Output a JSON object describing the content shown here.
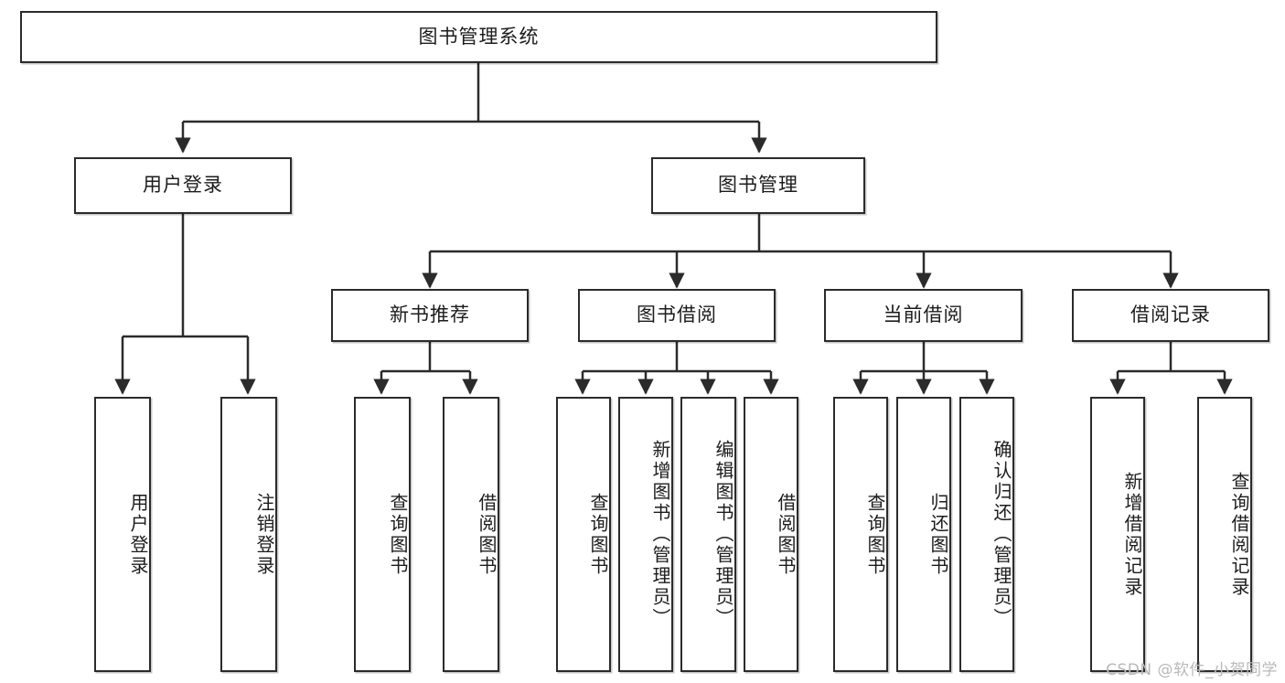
{
  "diagram": {
    "type": "tree",
    "title": "图书管理系统",
    "watermark": "CSDN @软件_小贺同学",
    "colors": {
      "stroke": "#2b2b2b",
      "fill": "#ffffff",
      "text": "#1c1c1c",
      "watermark": "#b9b9b9"
    },
    "nodes": {
      "root": {
        "label": "图书管理系统",
        "level": 0,
        "orientation": "horizontal"
      },
      "user_login": {
        "label": "用户登录",
        "level": 1,
        "orientation": "horizontal"
      },
      "book_manage": {
        "label": "图书管理",
        "level": 1,
        "orientation": "horizontal"
      },
      "new_book_rec": {
        "label": "新书推荐",
        "level": 2,
        "orientation": "horizontal"
      },
      "book_borrow": {
        "label": "图书借阅",
        "level": 2,
        "orientation": "horizontal"
      },
      "current_borrow": {
        "label": "当前借阅",
        "level": 2,
        "orientation": "horizontal"
      },
      "borrow_record": {
        "label": "借阅记录",
        "level": 2,
        "orientation": "horizontal"
      },
      "leaf_user_login": {
        "label": "用户登录",
        "level": 3,
        "orientation": "vertical"
      },
      "leaf_logout": {
        "label": "注销登录",
        "level": 3,
        "orientation": "vertical"
      },
      "leaf_query_book_a": {
        "label": "查询图书",
        "level": 3,
        "orientation": "vertical"
      },
      "leaf_borrow_book_a": {
        "label": "借阅图书",
        "level": 3,
        "orientation": "vertical"
      },
      "leaf_query_book_b": {
        "label": "查询图书",
        "level": 3,
        "orientation": "vertical"
      },
      "leaf_add_book": {
        "label": "新增图书（管理员）",
        "level": 3,
        "orientation": "vertical"
      },
      "leaf_edit_book": {
        "label": "编辑图书（管理员）",
        "level": 3,
        "orientation": "vertical"
      },
      "leaf_borrow_book_b": {
        "label": "借阅图书",
        "level": 3,
        "orientation": "vertical"
      },
      "leaf_query_book_c": {
        "label": "查询图书",
        "level": 3,
        "orientation": "vertical"
      },
      "leaf_return_book": {
        "label": "归还图书",
        "level": 3,
        "orientation": "vertical"
      },
      "leaf_confirm_return": {
        "label": "确认归还（管理员）",
        "level": 3,
        "orientation": "vertical"
      },
      "leaf_add_record": {
        "label": "新增借阅记录",
        "level": 3,
        "orientation": "vertical"
      },
      "leaf_query_record": {
        "label": "查询借阅记录",
        "level": 3,
        "orientation": "vertical"
      }
    },
    "edges": [
      {
        "from": "root",
        "to": "user_login"
      },
      {
        "from": "root",
        "to": "book_manage"
      },
      {
        "from": "user_login",
        "to": "leaf_user_login"
      },
      {
        "from": "user_login",
        "to": "leaf_logout"
      },
      {
        "from": "book_manage",
        "to": "new_book_rec"
      },
      {
        "from": "book_manage",
        "to": "book_borrow"
      },
      {
        "from": "book_manage",
        "to": "current_borrow"
      },
      {
        "from": "book_manage",
        "to": "borrow_record"
      },
      {
        "from": "new_book_rec",
        "to": "leaf_query_book_a"
      },
      {
        "from": "new_book_rec",
        "to": "leaf_borrow_book_a"
      },
      {
        "from": "book_borrow",
        "to": "leaf_query_book_b"
      },
      {
        "from": "book_borrow",
        "to": "leaf_add_book"
      },
      {
        "from": "book_borrow",
        "to": "leaf_edit_book"
      },
      {
        "from": "book_borrow",
        "to": "leaf_borrow_book_b"
      },
      {
        "from": "current_borrow",
        "to": "leaf_query_book_c"
      },
      {
        "from": "current_borrow",
        "to": "leaf_return_book"
      },
      {
        "from": "current_borrow",
        "to": "leaf_confirm_return"
      },
      {
        "from": "borrow_record",
        "to": "leaf_add_record"
      },
      {
        "from": "borrow_record",
        "to": "leaf_query_record"
      }
    ]
  }
}
